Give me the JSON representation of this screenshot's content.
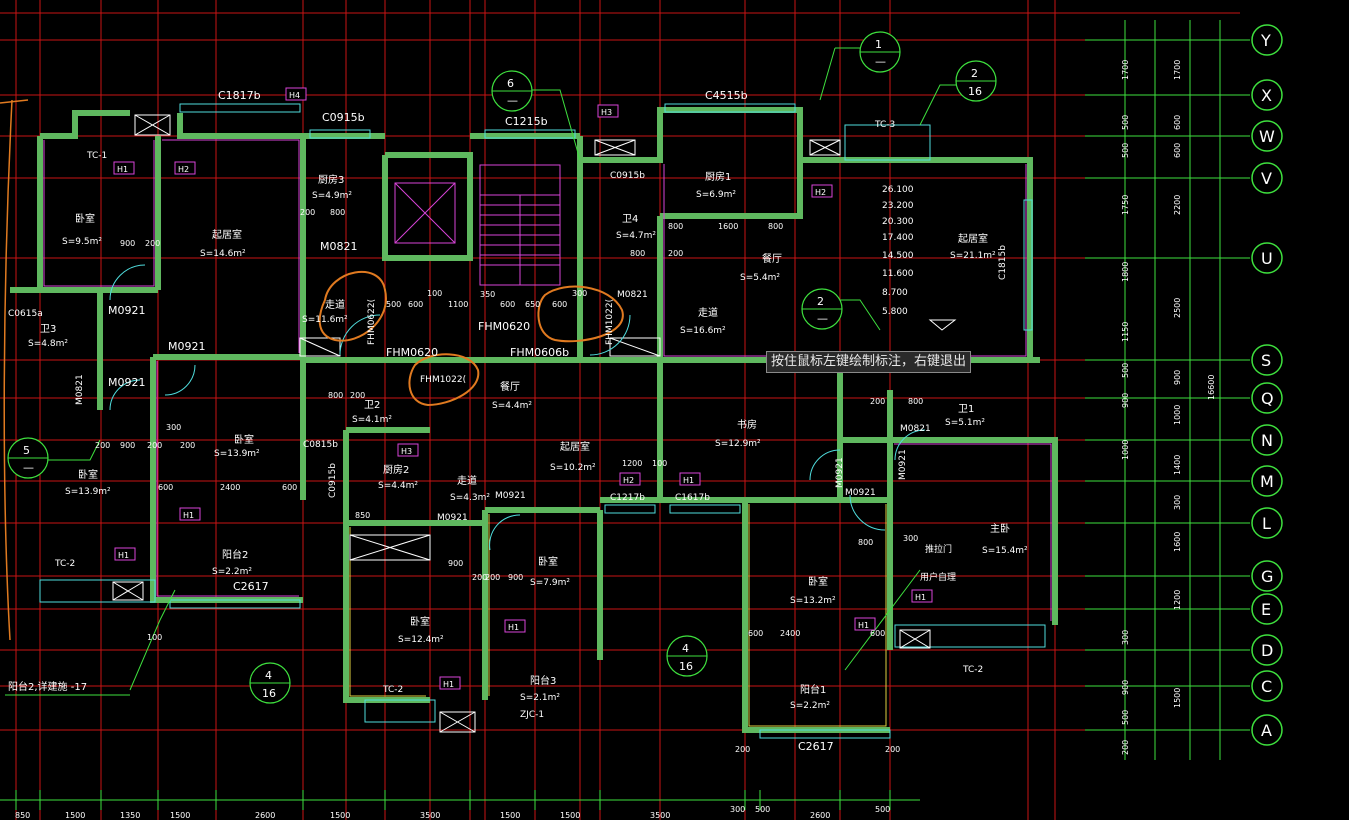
{
  "tooltip": {
    "text": "按住鼠标左键绘制标注，右键退出"
  },
  "axes": {
    "labels": [
      "Y",
      "X",
      "W",
      "V",
      "U",
      "S",
      "Q",
      "N",
      "M",
      "L",
      "G",
      "E",
      "D",
      "C",
      "A"
    ]
  },
  "rooms": {
    "r1": "卧室",
    "r1a": "S=9.5m²",
    "r2": "起居室",
    "r2a": "S=14.6m²",
    "r3": "厨房3",
    "r3a": "S=4.9m²",
    "r4": "厨房1",
    "r4a": "S=6.9m²",
    "r5": "起居室",
    "r5a": "S=21.1m²",
    "r6": "卫4",
    "r6a": "S=4.7m²",
    "r7": "餐厅",
    "r7a": "S=5.4m²",
    "r8": "走道",
    "r8a": "S=16.6m²",
    "r9": "走道",
    "r9a": "S=11.6m²",
    "r10": "卫3",
    "r10a": "S=4.8m²",
    "r11": "餐厅",
    "r11a": "S=4.4m²",
    "r12": "卫2",
    "r12a": "S=4.1m²",
    "r13": "卧室",
    "r13a": "S=13.9m²",
    "r14": "卧室",
    "r14a": "S=13.9m²",
    "r15": "厨房2",
    "r15a": "S=4.4m²",
    "r16": "走道",
    "r16a": "S=4.3m²",
    "r17": "起居室",
    "r17a": "S=10.2m²",
    "r18": "书房",
    "r18a": "S=12.9m²",
    "r19": "卫1",
    "r19a": "S=5.1m²",
    "r20": "主卧",
    "r20a": "S=15.4m²",
    "r21": "阳台2",
    "r21a": "S=2.2m²",
    "r22": "卧室",
    "r22a": "S=7.9m²",
    "r23": "卧室",
    "r23a": "S=12.4m²",
    "r24": "卧室",
    "r24a": "S=13.2m²",
    "r25": "阳台3",
    "r25a": "S=2.1m²",
    "r26": "阳台1",
    "r26a": "S=2.2m²",
    "r27": "推拉门",
    "r28": "用户自理"
  },
  "windows": {
    "w1": "C1817b",
    "w2": "C0915b",
    "w3": "C1215b",
    "w4": "C4515b",
    "w5": "C0915b",
    "w6": "C1815b",
    "w7": "C0615a",
    "w8": "C0815b",
    "w9": "C0915b",
    "w10": "C1217b",
    "w11": "C1617b",
    "w12": "C2617",
    "w13": "C2617",
    "w14": "TC-1",
    "w15": "TC-3",
    "w16": "TC-2",
    "w17": "TC-2",
    "w18": "TC-2",
    "w19": "ZJC-1"
  },
  "doors": {
    "d1": "M0921",
    "d2": "M0921",
    "d3": "M0921",
    "d4": "M0821",
    "d5": "M0821",
    "d6": "M0821",
    "d7": "M0921",
    "d8": "M0921",
    "d9": "M0921",
    "d10": "M0821",
    "d11": "M0921",
    "d12": "M0921",
    "d13": "FHM0620",
    "d14": "FHM0606b",
    "d15": "FHM0622(",
    "d16": "FHM1022(",
    "d17": "FHM1022(",
    "d18": "M0821",
    "d19": "FHM0620"
  },
  "tags": {
    "h1": "H1",
    "h2": "H2",
    "h3": "H3",
    "h4": "H4"
  },
  "elevations": [
    "26.100",
    "23.200",
    "20.300",
    "17.400",
    "14.500",
    "11.600",
    "8.700",
    "5.800"
  ],
  "callouts": {
    "c1a": "1",
    "c1b": "—",
    "c2a": "2",
    "c2b": "16",
    "c3a": "6",
    "c3b": "—",
    "c4a": "2",
    "c4b": "—",
    "c5a": "5",
    "c5b": "—",
    "c6a": "4",
    "c6b": "16",
    "c7a": "4",
    "c7b": "16",
    "note": "阳台2,详建施 -17"
  },
  "dims": {
    "d900": "900",
    "d200": "200",
    "d300": "300",
    "d600": "600",
    "d800": "800",
    "d1200": "1200",
    "d2400": "2400",
    "d1100": "1100",
    "d500": "500",
    "d100": "100",
    "d350": "350",
    "d650": "650",
    "d1600": "1600",
    "d1500": "1500",
    "d1400": "1400",
    "d1700": "1700",
    "d2200": "2200",
    "d1750": "1750",
    "d1800": "1800",
    "d2500": "2500",
    "d1150": "1150",
    "d1000": "1000",
    "d16600": "16600",
    "d2600": "2600",
    "d1350": "1350",
    "d850": "850",
    "d3500": "3500",
    "d350b": "350"
  }
}
